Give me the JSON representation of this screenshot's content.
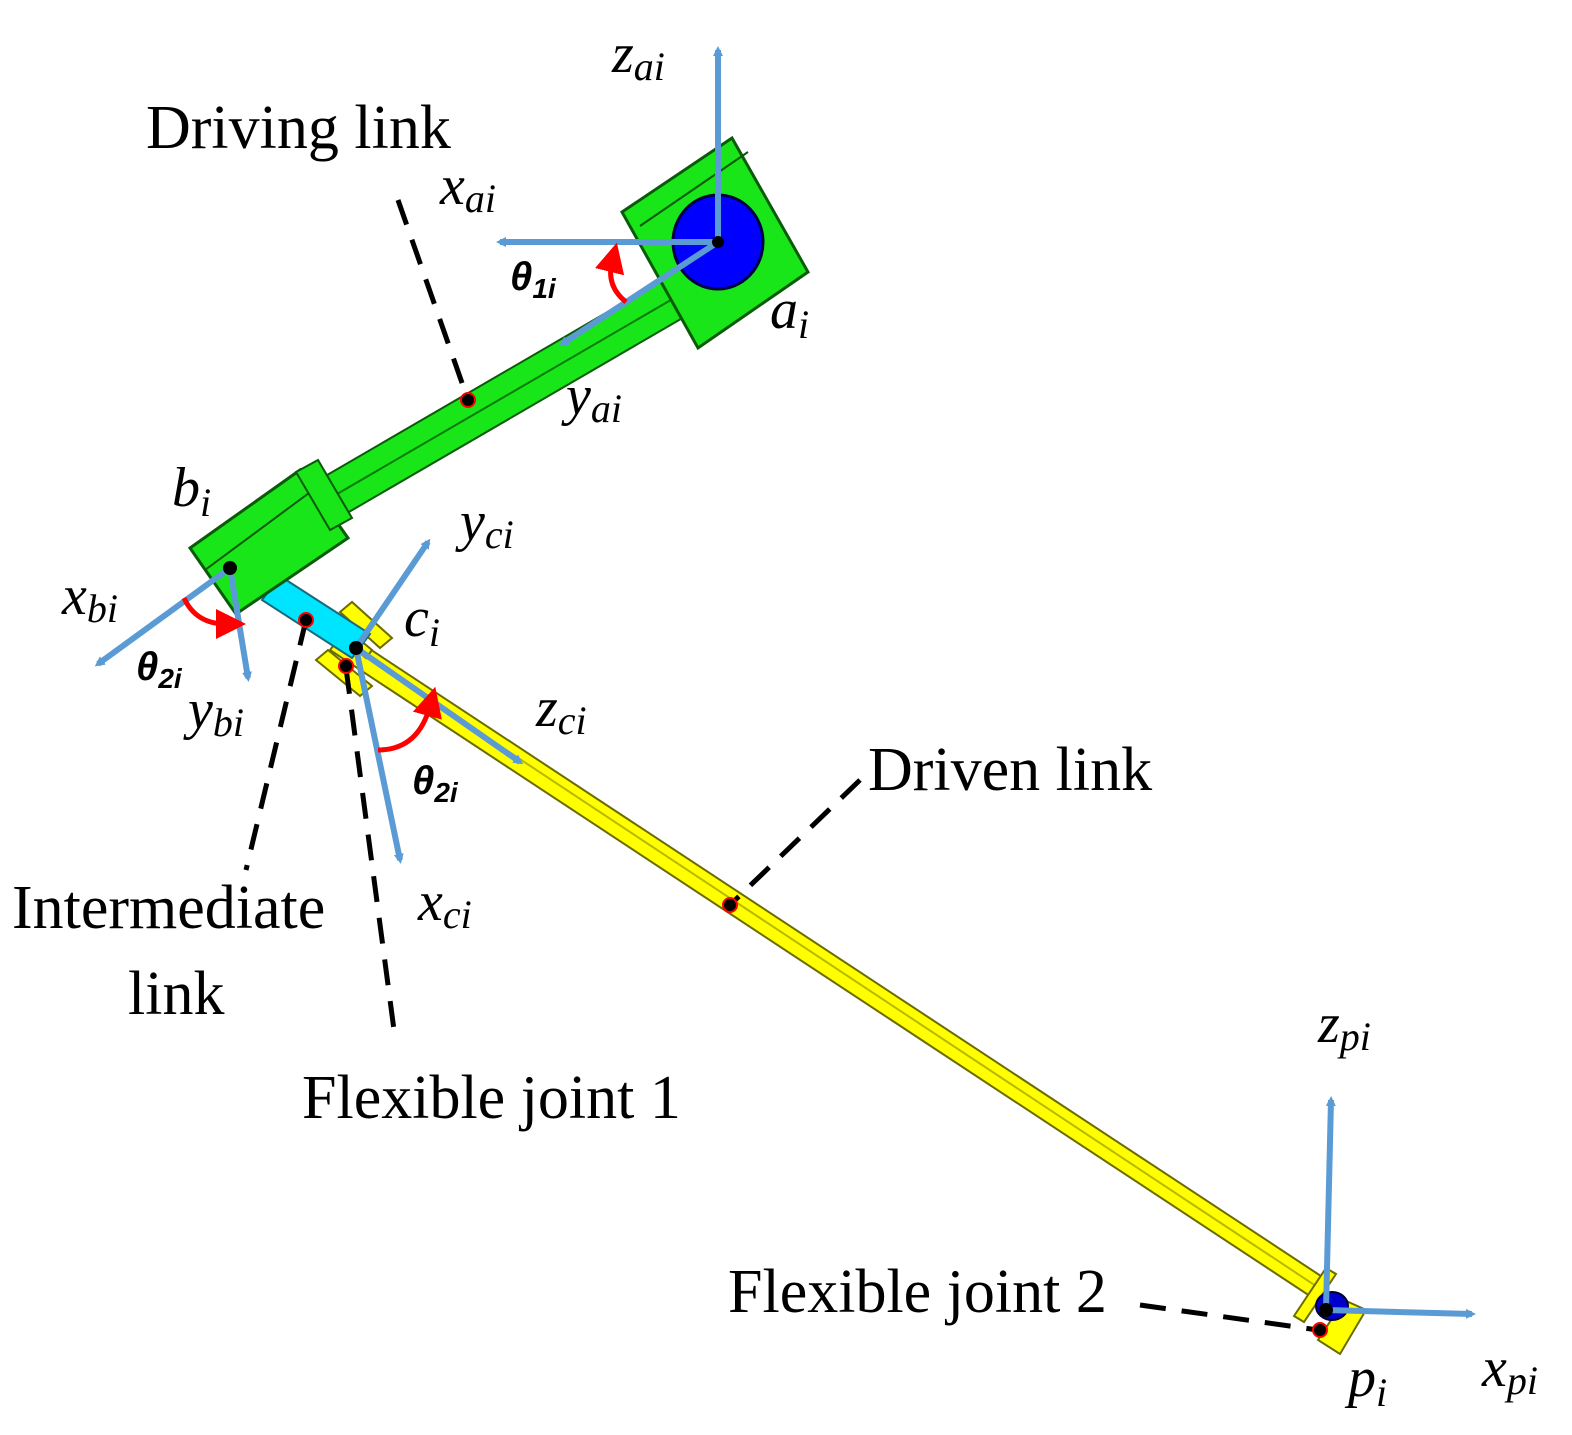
{
  "labels": {
    "driving_link": "Driving link",
    "driven_link": "Driven link",
    "intermediate_link_line1": "Intermediate",
    "intermediate_link_line2": "link",
    "flexible_joint_1": "Flexible joint 1",
    "flexible_joint_2": "Flexible joint 2"
  },
  "axes": {
    "z_ai": {
      "main": "z",
      "sub": "ai"
    },
    "x_ai": {
      "main": "x",
      "sub": "ai"
    },
    "y_ai": {
      "main": "y",
      "sub": "ai"
    },
    "x_bi": {
      "main": "x",
      "sub": "bi"
    },
    "y_bi": {
      "main": "y",
      "sub": "bi"
    },
    "y_ci": {
      "main": "y",
      "sub": "ci"
    },
    "z_ci": {
      "main": "z",
      "sub": "ci"
    },
    "x_ci": {
      "main": "x",
      "sub": "ci"
    },
    "z_pi": {
      "main": "z",
      "sub": "pi"
    },
    "x_pi": {
      "main": "x",
      "sub": "pi"
    }
  },
  "points": {
    "a_i": {
      "main": "a",
      "sub": "i"
    },
    "b_i": {
      "main": "b",
      "sub": "i"
    },
    "c_i": {
      "main": "c",
      "sub": "i"
    },
    "p_i": {
      "main": "p",
      "sub": "i"
    }
  },
  "angles": {
    "theta_1i": {
      "main": "θ",
      "sub": "1i"
    },
    "theta_2i_b": {
      "main": "θ",
      "sub": "2i"
    },
    "theta_2i_c": {
      "main": "θ",
      "sub": "2i"
    }
  },
  "colors": {
    "driving_link": "#19e619",
    "intermediate_link": "#00e5ff",
    "driven_link": "#ffff00",
    "motor_hub": "#0000ff",
    "axis_arrow": "#5b9bd5",
    "angle_arrow": "#ff0000",
    "joint_marker": "#ff0000"
  }
}
